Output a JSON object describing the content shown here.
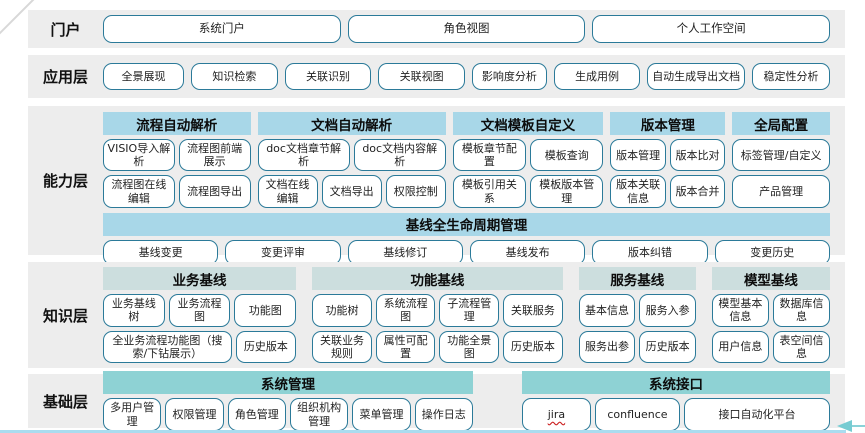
{
  "colors": {
    "band_background": "#ededed",
    "box_border": "#2b7a99",
    "header_light_blue": "#a8d7e8",
    "header_gray_teal": "#ccdede",
    "header_teal": "#8ed2d4",
    "bottom_accent_line": "#aadcef",
    "arrow": "#76ccd2",
    "spellcheck_underline": "#cc2222"
  },
  "layers": {
    "portal": {
      "label": "门户",
      "buttons": [
        "系统门户",
        "角色视图",
        "个人工作空间"
      ]
    },
    "application": {
      "label": "应用层",
      "buttons": [
        "全景展现",
        "知识检索",
        "关联识别",
        "关联视图",
        "影响度分析",
        "生成用例",
        "自动生成导出文档",
        "稳定性分析"
      ]
    },
    "capability": {
      "label": "能力层",
      "groups": [
        {
          "title": "流程自动解析",
          "rows": [
            [
              "VISIO导入解析",
              "流程图前端展示"
            ],
            [
              "流程图在线编辑",
              "流程图导出"
            ]
          ]
        },
        {
          "title": "文档自动解析",
          "rows": [
            [
              "doc文档章节解析",
              "doc文档内容解析"
            ],
            [
              "文档在线编辑",
              "文档导出",
              "权限控制"
            ]
          ]
        },
        {
          "title": "文档模板自定义",
          "rows": [
            [
              "模板章节配置",
              "模板查询"
            ],
            [
              "模板引用关系",
              "模板版本管理"
            ]
          ]
        },
        {
          "title": "版本管理",
          "rows": [
            [
              "版本管理",
              "版本比对"
            ],
            [
              "版本关联信息",
              "版本合并"
            ]
          ]
        },
        {
          "title": "全局配置",
          "rows": [
            [
              "标签管理/自定义"
            ],
            [
              "产品管理"
            ]
          ]
        }
      ],
      "baseline": {
        "title": "基线全生命周期管理",
        "buttons": [
          "基线变更",
          "变更评审",
          "基线修订",
          "基线发布",
          "版本纠错",
          "变更历史"
        ]
      }
    },
    "knowledge": {
      "label": "知识层",
      "groups": [
        {
          "title": "业务基线",
          "rows": [
            [
              "业务基线树",
              "业务流程图",
              "功能图"
            ],
            [
              "全业务流程功能图（搜索/下钻展示）",
              "历史版本"
            ]
          ]
        },
        {
          "title": "功能基线",
          "rows": [
            [
              "功能树",
              "系统流程图",
              "子流程管理",
              "关联服务"
            ],
            [
              "关联业务规则",
              "属性可配置",
              "功能全景图",
              "历史版本"
            ]
          ]
        },
        {
          "title": "服务基线",
          "rows": [
            [
              "基本信息",
              "服务入参"
            ],
            [
              "服务出参",
              "历史版本"
            ]
          ]
        },
        {
          "title": "模型基线",
          "rows": [
            [
              "模型基本信息",
              "数据库信息"
            ],
            [
              "用户信息",
              "表空间信息"
            ]
          ]
        }
      ]
    },
    "foundation": {
      "label": "基础层",
      "groups": [
        {
          "title": "系统管理",
          "rows": [
            [
              "多用户管理",
              "权限管理",
              "角色管理",
              "组织机构管理",
              "菜单管理",
              "操作日志"
            ]
          ]
        },
        {
          "title": "系统接口",
          "rows": [
            [
              "jira",
              "confluence",
              "接口自动化平台"
            ]
          ]
        }
      ]
    }
  }
}
